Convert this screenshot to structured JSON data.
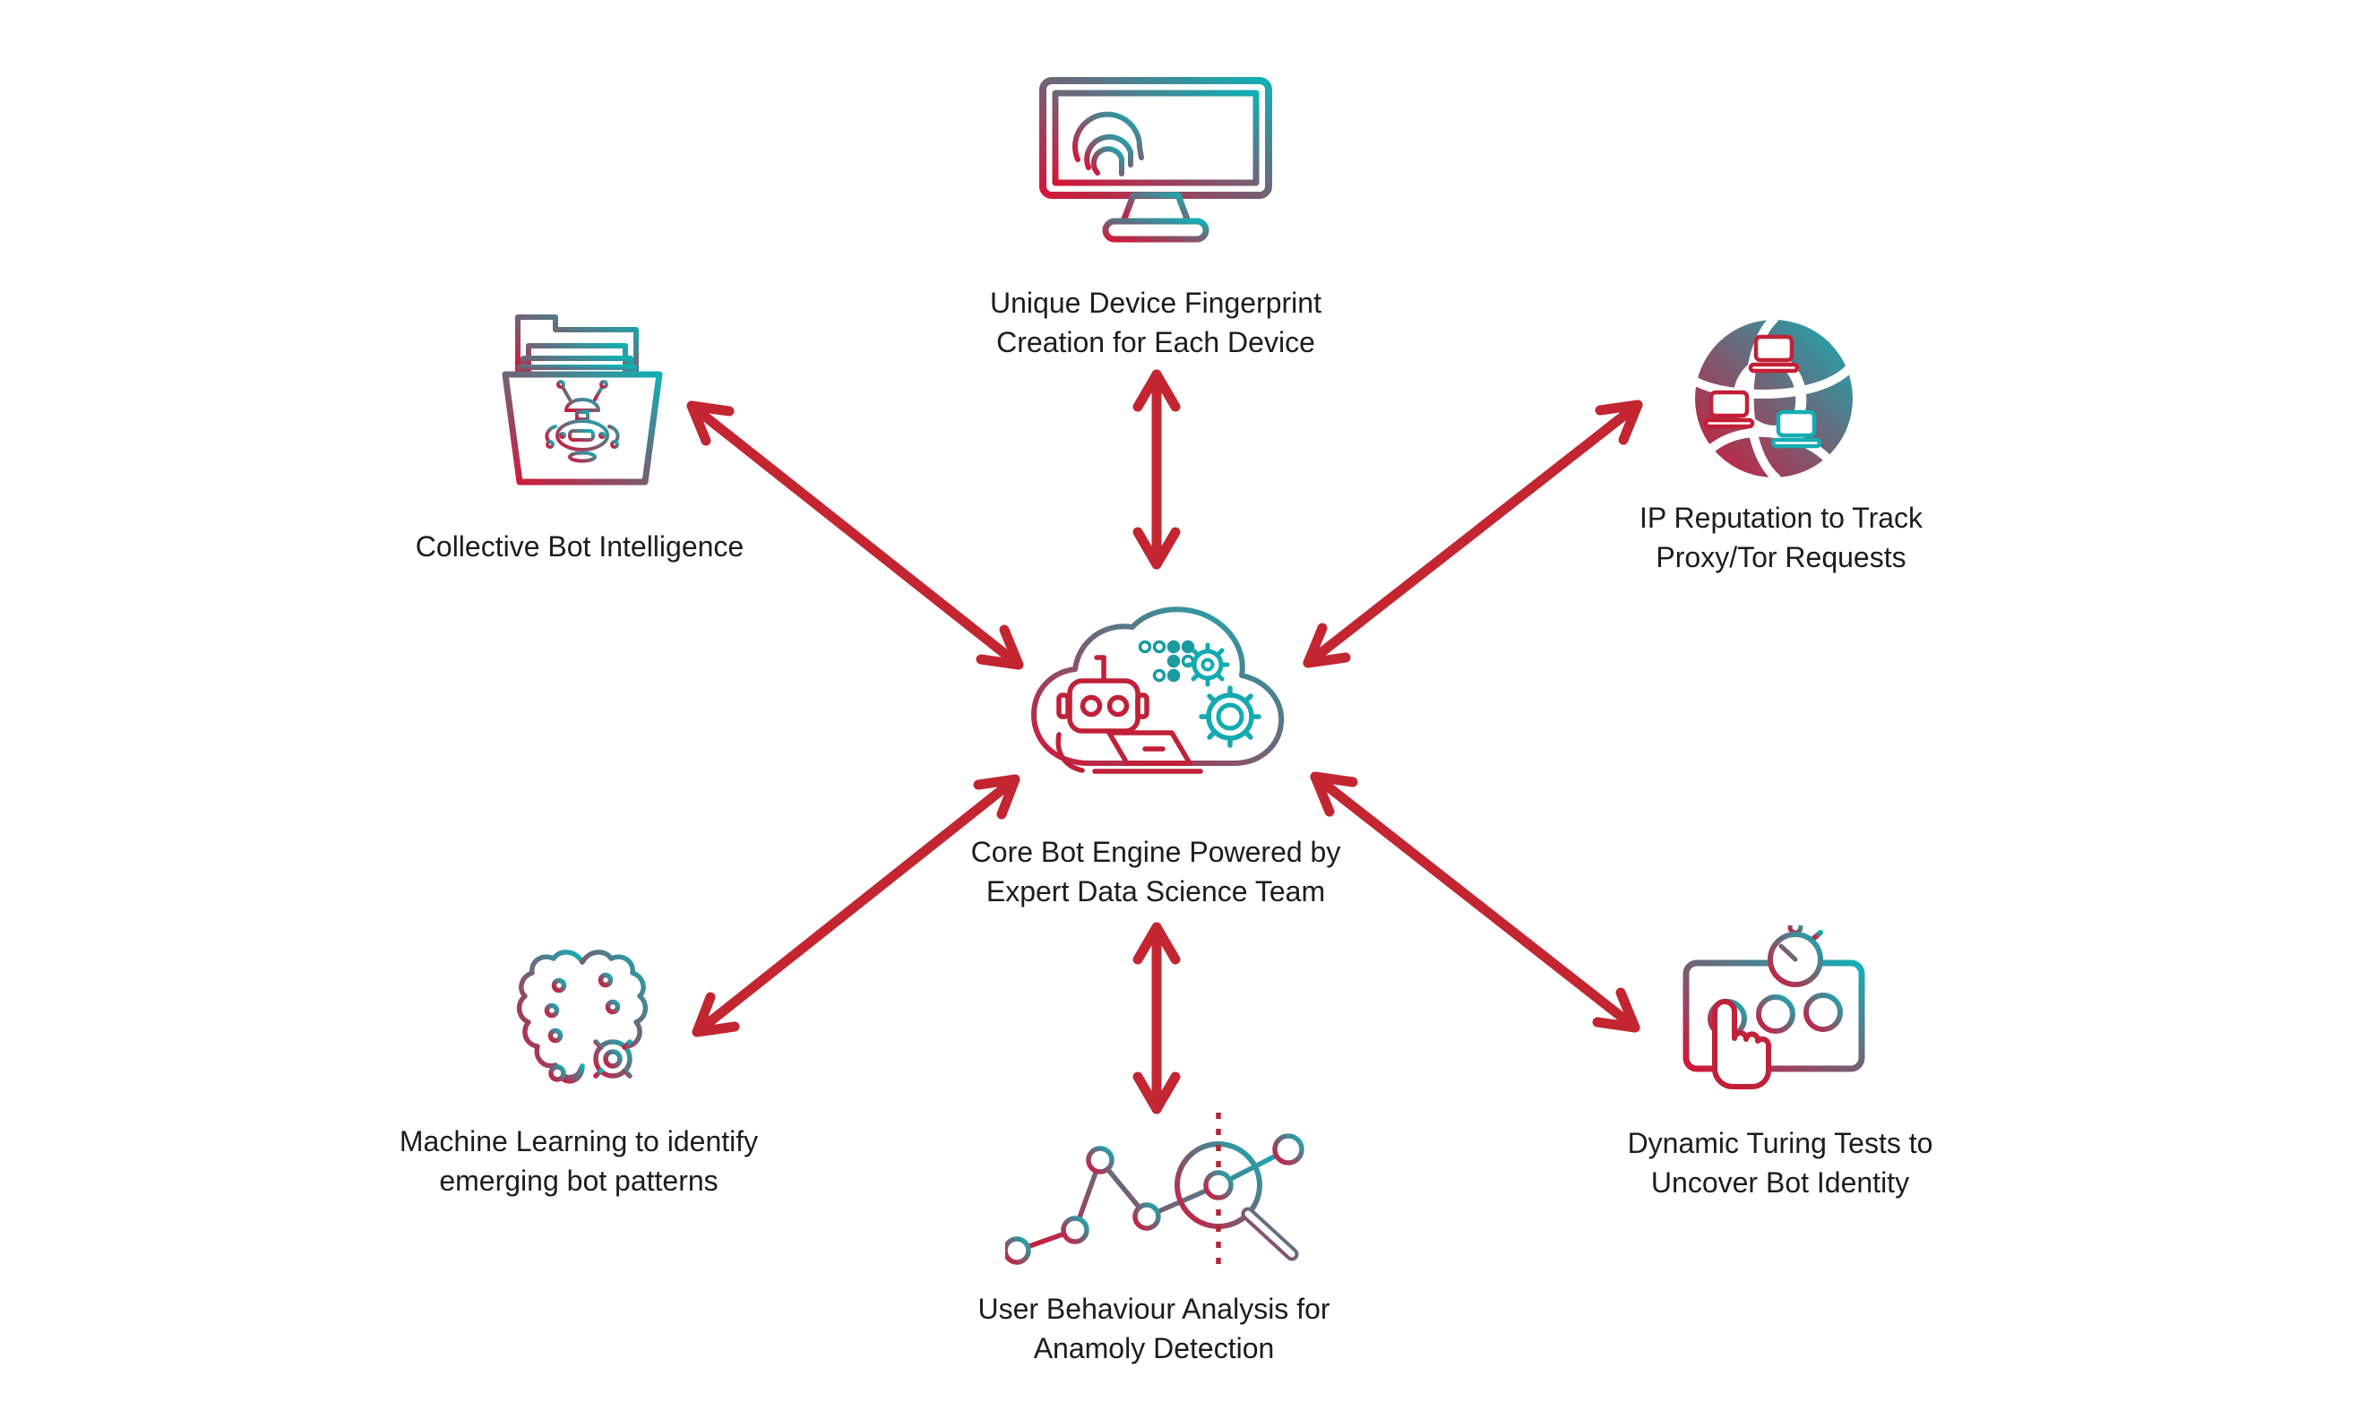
{
  "diagram": {
    "type": "hub-and-spoke",
    "description": "Bot detection engine capability diagram",
    "colors": {
      "background": "#ffffff",
      "arrow_red": "#c32531",
      "gradient_red": "#d41538",
      "gradient_teal": "#11b0b5",
      "dashed_line_red": "#b22638",
      "text": "#1c1c1c"
    },
    "center": {
      "id": "core-engine",
      "label": "Core Bot Engine Powered by\nExpert Data Science Team",
      "icon": "cloud-bot-engine-icon"
    },
    "nodes": [
      {
        "id": "device-fingerprint",
        "position": "top",
        "label": "Unique Device Fingerprint\nCreation for Each Device",
        "icon": "fingerprint-monitor-icon"
      },
      {
        "id": "collective-intelligence",
        "position": "top-left",
        "label": "Collective Bot Intelligence",
        "icon": "bot-folder-icon"
      },
      {
        "id": "ip-reputation",
        "position": "top-right",
        "label": "IP Reputation to Track\nProxy/Tor Requests",
        "icon": "globe-network-icon"
      },
      {
        "id": "machine-learning",
        "position": "bottom-left",
        "label": "Machine Learning to identify\nemerging bot patterns",
        "icon": "brain-gear-icon"
      },
      {
        "id": "behaviour-analysis",
        "position": "bottom",
        "label": "User Behaviour Analysis for\nAnamoly Detection",
        "icon": "chart-magnifier-icon"
      },
      {
        "id": "turing-tests",
        "position": "bottom-right",
        "label": "Dynamic Turing Tests to\nUncover Bot Identity",
        "icon": "turing-test-panel-icon"
      }
    ],
    "connections": [
      "center <-> top",
      "center <-> top-left",
      "center <-> top-right",
      "center <-> bottom-left",
      "center <-> bottom",
      "center <-> bottom-right"
    ]
  }
}
